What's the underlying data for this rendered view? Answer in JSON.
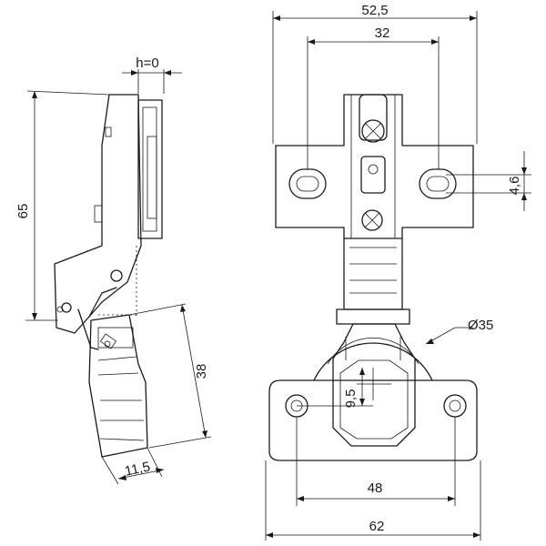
{
  "dimensions": {
    "overall_width": "52,5",
    "hole_spacing_top": "32",
    "slot_height": "4,6",
    "cup_diameter": "Ø35",
    "cup_offset": "9,5",
    "bottom_hole_spacing": "48",
    "bottom_overall": "62",
    "overlay": "h=0",
    "side_height": "65",
    "arm_length": "38",
    "cup_depth": "11,5"
  }
}
